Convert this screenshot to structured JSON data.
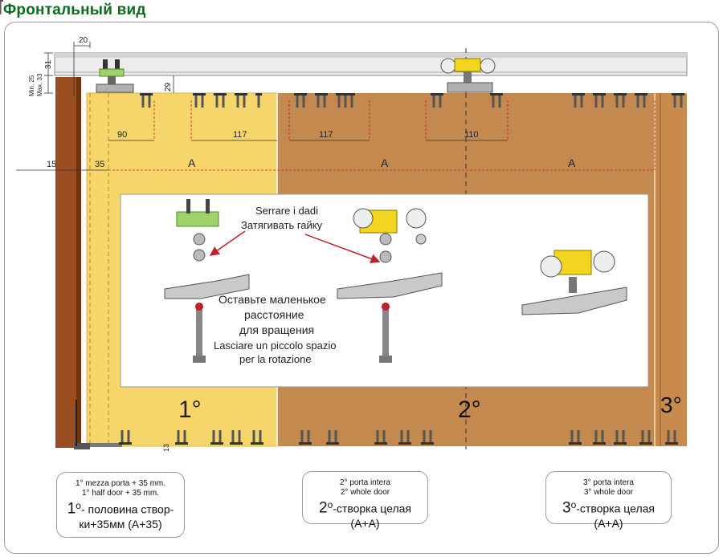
{
  "title": "Фронтальный вид",
  "dims": {
    "top_gap": "20",
    "rail_h": "31",
    "minmax_1": "Min. 25",
    "minmax_2": "Max. 33",
    "hanger_h": "29",
    "d90": "90",
    "d117a": "117",
    "d117b": "117",
    "d110": "110",
    "d15": "15",
    "d35": "35",
    "a1": "A",
    "a2": "A",
    "a3": "A",
    "bottom_gap": "13"
  },
  "instructions": {
    "tighten_it": "Serrare i dadi",
    "tighten_ru": "Затягивать гайку",
    "gap_ru_1": "Оставьте маленькое",
    "gap_ru_2": "расстояние",
    "gap_ru_3": "для вращения",
    "gap_it_1": "Lasciare un piccolo spazio",
    "gap_it_2": "per la rotazione"
  },
  "door_numbers": {
    "d1": "1°",
    "d2": "2°",
    "d3": "3°"
  },
  "legend": [
    {
      "line1": "1° mezza porta + 35 mm.",
      "line2": "1° half door + 35 mm.",
      "num": "1",
      "main1": "- половина створ-",
      "main2": "ки+35мм  (A+35)"
    },
    {
      "line1": "2° porta intera",
      "line2": "2° whole door",
      "num": "2",
      "main1": "-створка целая (A+A)",
      "main2": ""
    },
    {
      "line1": "3° porta intera",
      "line2": "3° whole door",
      "num": "3",
      "main1": "-створка целая (A+A)",
      "main2": ""
    }
  ],
  "colors": {
    "door_light": "#f7d96a",
    "door_dark": "#c8874a",
    "jamb": "#9a4e22",
    "rail": "#e6e6e6",
    "title_green": "#0a6b1f"
  }
}
